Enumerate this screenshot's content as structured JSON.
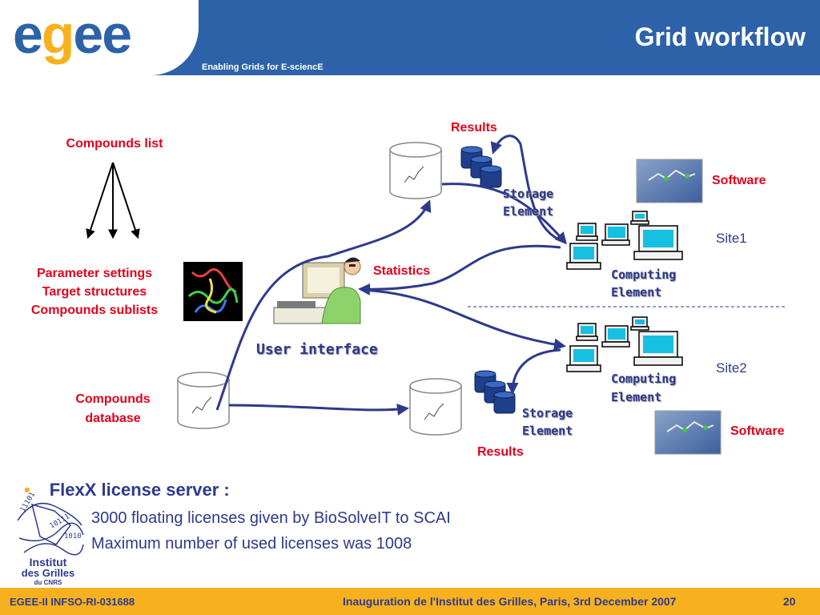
{
  "header": {
    "logo_text_e1": "e",
    "logo_text_g": "g",
    "logo_text_ee": "ee",
    "tagline": "Enabling Grids for E-sciencE",
    "title": "Grid workflow"
  },
  "labels": {
    "compounds_list": "Compounds list",
    "parameter_settings": "Parameter settings",
    "target_structures": "Target structures",
    "compounds_sublists": "Compounds sublists",
    "compounds_database_1": "Compounds",
    "compounds_database_2": "database",
    "user_interface": "User interface",
    "statistics": "Statistics",
    "results_top": "Results",
    "results_bottom": "Results",
    "storage_element_top_1": "Storage",
    "storage_element_top_2": "Element",
    "storage_element_bottom_1": "Storage",
    "storage_element_bottom_2": "Element",
    "computing_element_site1_1": "Computing",
    "computing_element_site1_2": "Element",
    "computing_element_site2_1": "Computing",
    "computing_element_site2_2": "Element",
    "software_site1": "Software",
    "software_site2": "Software",
    "site1": "Site1",
    "site2": "Site2"
  },
  "bullets": {
    "main": "FlexX license server :",
    "sub": [
      "3000 floating licenses given by BioSolveIT to SCAI",
      "Maximum number of used licenses was 1008"
    ]
  },
  "institut_logo": {
    "line1": "Institut",
    "line2": "des Grilles",
    "line3": "du CNRS"
  },
  "footer": {
    "left": "EGEE-II INFSO-RI-031688",
    "center": "Inauguration de l'Institut des Grilles, Paris, 3rd December 2007",
    "page": "20"
  },
  "colors": {
    "header_blue": "#2d62a8",
    "footer_orange": "#f7b11f",
    "label_red": "#e2001a",
    "label_navy": "#2d3a8c"
  }
}
